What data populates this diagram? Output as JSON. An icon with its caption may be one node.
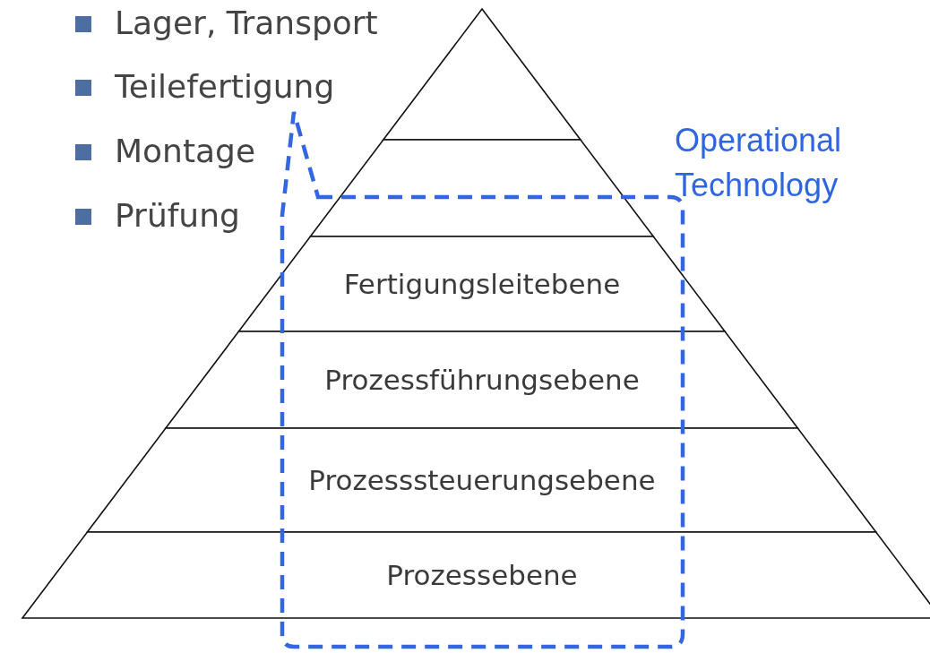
{
  "diagram": {
    "nodes": [
      {
        "text": [],
        "shape": "triangle"
      },
      {
        "text": [],
        "shape": "trapezoid"
      },
      {
        "text": [
          "Fertigungsleitebene"
        ]
      },
      {
        "text": [
          "Prozessführungsebene"
        ]
      },
      {
        "text": [
          "Prozesssteuerungsebene"
        ]
      },
      {
        "text": [
          "Prozessebene"
        ]
      },
      {
        "text": [
          "Operational Technology"
        ]
      }
    ],
    "labels": [
      "Lager, Transport",
      "Teilefertigung",
      "Montage",
      "Prüfung"
    ]
  }
}
